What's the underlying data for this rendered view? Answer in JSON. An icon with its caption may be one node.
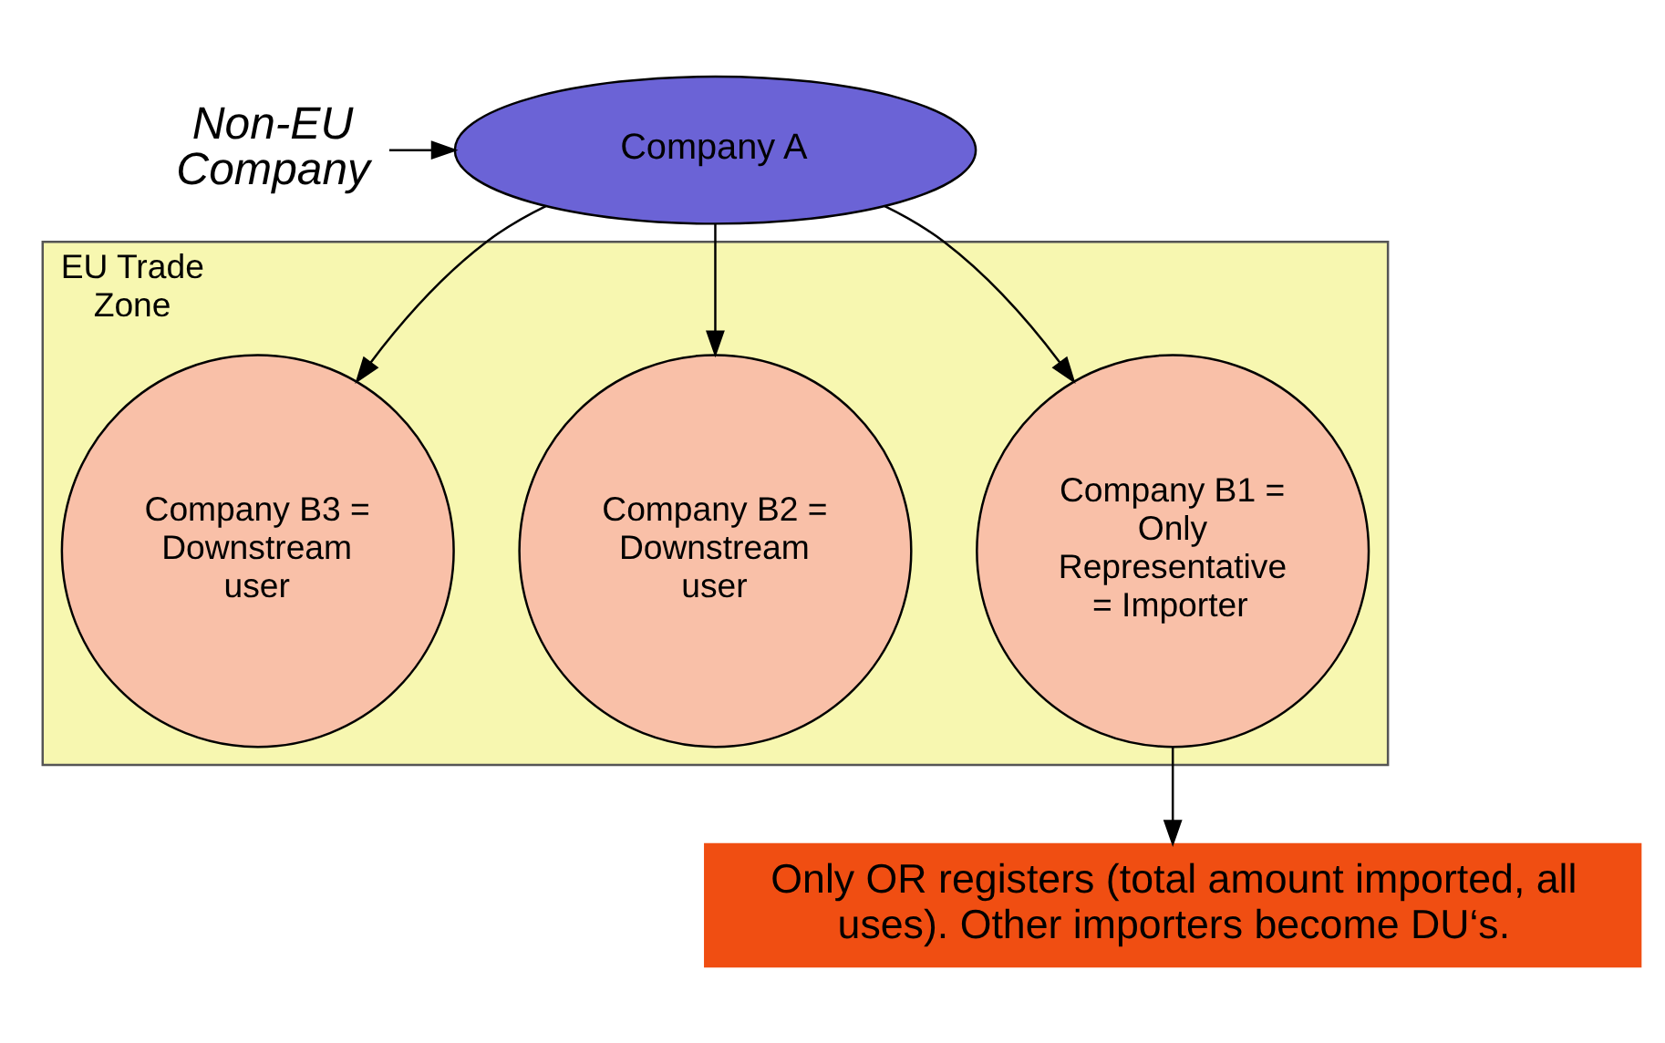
{
  "diagram": {
    "nodes": [
      {
        "text": [
          "Non-EU Company"
        ]
      },
      {
        "text": [
          "Company A"
        ]
      },
      {
        "text": [
          "EU Trade Zone"
        ]
      },
      {
        "text": [
          "Company B1 = Only Representative = Importer"
        ],
        "in": 2
      },
      {
        "text": [
          "Company B2 = Downstream user"
        ],
        "in": 2
      },
      {
        "text": [
          "Company B3 = Downstream user"
        ],
        "in": 2
      },
      {
        "text": [
          "Only OR registers (total amount imported, all uses). Other importers become DU‘s."
        ]
      }
    ],
    "edges": [
      {
        "from": 0,
        "to": 1,
        "arrow": "to"
      },
      {
        "from": 1,
        "to": 3,
        "arrow": "to"
      },
      {
        "from": 1,
        "to": 4,
        "arrow": "to"
      },
      {
        "from": 1,
        "to": 5,
        "arrow": "to"
      },
      {
        "from": 3,
        "to": 6,
        "arrow": "to"
      }
    ]
  }
}
